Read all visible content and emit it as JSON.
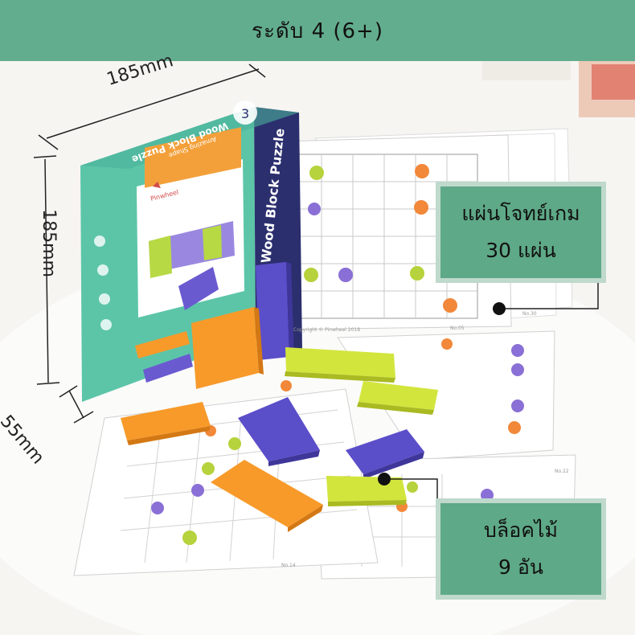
{
  "banner": {
    "title": "ระดับ 4 (6+)"
  },
  "dimensions": {
    "top": "185mm",
    "left": "185mm",
    "depth": "55mm"
  },
  "callouts": {
    "cards": {
      "line1": "แผ่นโจทย์เกม",
      "line2": "30 แผ่น"
    },
    "blocks": {
      "line1": "บล็อคไม้",
      "line2": "9 อัน"
    }
  },
  "box": {
    "title": "Wood Block Puzzle",
    "subtitle": "Amazing Shape",
    "side_title": "Wood Block Puzzle",
    "brand": "Pinwheel",
    "level": "3"
  },
  "cards": {
    "copyright": "Copyright © Pinwheel 2018",
    "numbers": [
      "No.05",
      "No.30",
      "No.14",
      "No.22"
    ]
  },
  "colors": {
    "banner": "#62ad8e",
    "callout": "#5ea987",
    "box_teal": "#5cc5a8",
    "box_navy": "#2b2f6e",
    "orange": "#f79a2a",
    "purple": "#5b4ec9",
    "lime": "#c9e23a"
  }
}
